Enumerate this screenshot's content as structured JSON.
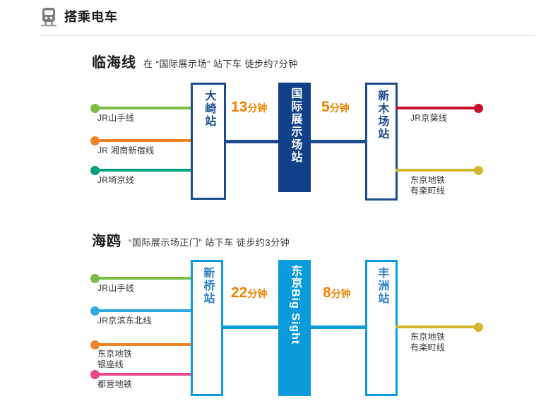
{
  "header": {
    "icon": "train-icon",
    "title": "搭乘电车"
  },
  "routes": [
    {
      "id": "rinkai",
      "name": "临海线",
      "note": "在 “国际展示场” 站下车 徒步约7分钟",
      "trunk_color": "#1a4d8f",
      "left_lines": [
        {
          "label": "JR山手线",
          "color": "#78be43"
        },
        {
          "label": "JR 湘南新宿线",
          "color": "#f08323"
        },
        {
          "label": "JR埼京线",
          "color": "#00a080"
        }
      ],
      "right_lines": [
        {
          "label": "JR京葉线",
          "color": "#c8102e"
        },
        {
          "label": "东京地铁\n有楽町线",
          "line1": "东京地铁",
          "line2": "有楽町线",
          "color": "#d4b82c"
        }
      ],
      "stations": [
        {
          "name": "大崎站",
          "style": "outline",
          "color": "#1a4d8f"
        },
        {
          "name": "国际展示场站",
          "style": "filled",
          "color": "#10408a"
        },
        {
          "name": "新木场站",
          "style": "outline",
          "color": "#1a4d8f"
        }
      ],
      "times": [
        {
          "num": "13",
          "unit": "分钟"
        },
        {
          "num": "5",
          "unit": "分钟"
        }
      ]
    },
    {
      "id": "yurikamome",
      "name": "海鸥",
      "note": "“国际展示场正门” 站下车 徒步约3分钟",
      "trunk_color": "#0b9bdb",
      "left_lines": [
        {
          "label": "JR山手线",
          "color": "#78be43"
        },
        {
          "label": "JR京滨东北线",
          "color": "#2eaae1"
        },
        {
          "label": "东京地铁\n银座线",
          "line1": "东京地铁",
          "line2": "银座线",
          "color": "#f08323"
        },
        {
          "label": "都营地铁",
          "color": "#e8468e"
        }
      ],
      "right_lines": [
        {
          "label": "东京地铁\n有楽町线",
          "line1": "东京地铁",
          "line2": "有楽町线",
          "color": "#d4b82c"
        }
      ],
      "stations": [
        {
          "name": "新桥站",
          "style": "outline",
          "color": "#0b9bdb"
        },
        {
          "name": "东京Big Sight",
          "style": "filled",
          "color": "#0b9bdb"
        },
        {
          "name": "丰洲站",
          "style": "outline",
          "color": "#0b9bdb"
        }
      ],
      "times": [
        {
          "num": "22",
          "unit": "分钟"
        },
        {
          "num": "8",
          "unit": "分钟"
        }
      ]
    }
  ],
  "colors": {
    "accent_orange": "#ef8200",
    "navy": "#1a4d8f",
    "deep_navy": "#10408a",
    "sky": "#0b9bdb",
    "rule": "#e2e2e2"
  }
}
